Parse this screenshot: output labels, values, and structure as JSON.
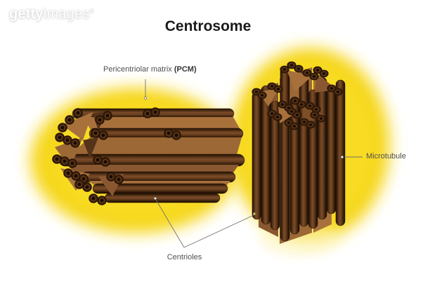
{
  "watermark": {
    "getty": "getty",
    "images": "images",
    "registered": "®"
  },
  "title": "Centrosome",
  "labels": {
    "pcm_regular": "Pericentriolar matrix ",
    "pcm_bold": "(PCM)",
    "microtubule": "Microtubule",
    "centrioles": "Centrioles"
  },
  "colors": {
    "background": "#ffffff",
    "matrix_yellow": "#f6d71d",
    "matrix_yellow_core": "#f8db22",
    "tube_dark_brown": "#2a1708",
    "tube_mid_brown": "#7b4c28",
    "panel_tan": "#a8713c",
    "panel_shadow": "#8a5830",
    "leader_line_gray": "#707070",
    "label_gray": "#4f4f4f",
    "title_black": "#1a1a1a"
  }
}
